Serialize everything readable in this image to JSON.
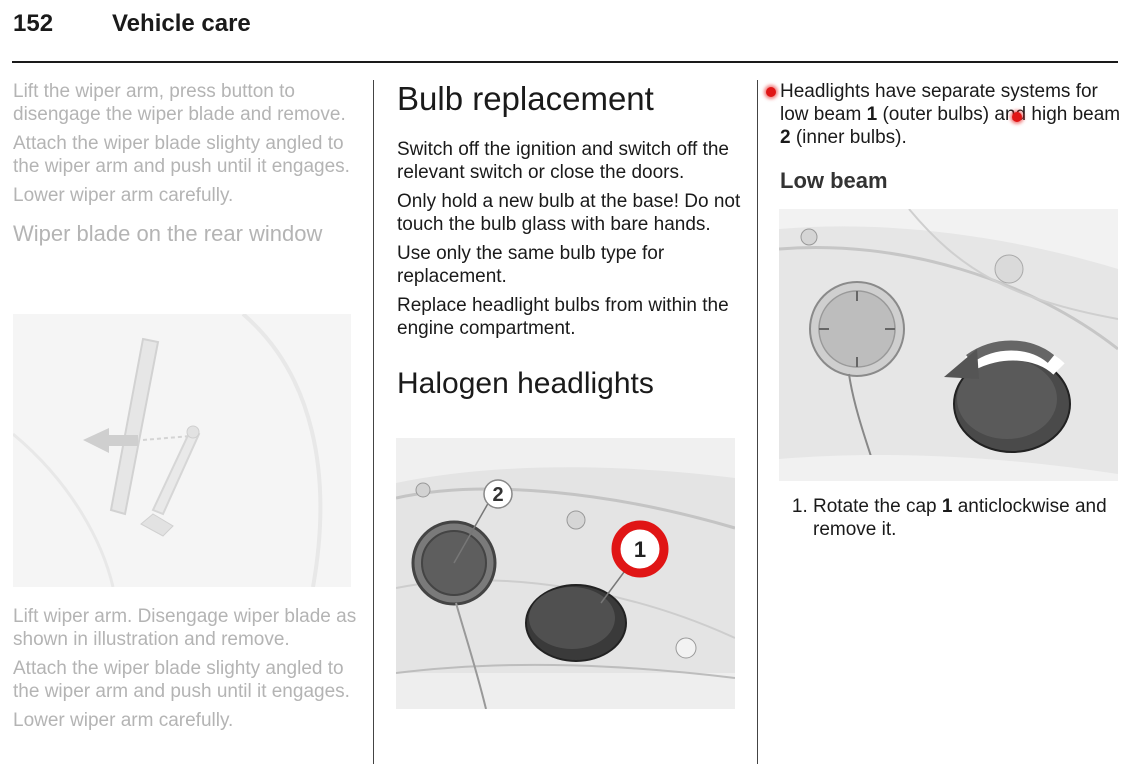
{
  "header": {
    "page_number": "152",
    "chapter_title": "Vehicle care"
  },
  "left": {
    "para1": "Lift the wiper arm, press button to disengage the wiper blade and remove.",
    "para2": "Attach the wiper blade slighty angled to the wiper arm and push until it engages.",
    "para3": "Lower wiper arm carefully.",
    "heading": "Wiper blade on the rear window",
    "para4": "Lift wiper arm. Disengage wiper blade as shown in illustration and remove.",
    "para5": "Attach the wiper blade slighty angled to the wiper arm and push until it engages.",
    "para6": "Lower wiper arm carefully."
  },
  "middle": {
    "heading": "Bulb replacement",
    "para1": "Switch off the ignition and switch off the relevant switch or close the doors.",
    "para2": "Only hold a new bulb at the base! Do not touch the bulb glass with bare hands.",
    "para3": "Use only the same bulb type for replacement.",
    "para4": "Replace headlight bulbs from within the engine compartment.",
    "subheading": "Halogen headlights",
    "figure": {
      "callout_1": "1",
      "callout_2": "2"
    }
  },
  "right": {
    "intro_a": "Headlights have separate systems for low beam ",
    "intro_b": "1",
    "intro_c": " (outer bulbs) ",
    "intro_d": "and high beam ",
    "intro_e": "2",
    "intro_f": " (inner bulbs).",
    "heading": "Low beam",
    "step1_a": "Rotate the cap ",
    "step1_b": "1",
    "step1_c": " anticlockwise and remove it."
  },
  "colors": {
    "text": "#1a1a1a",
    "faded_text": "#b4b4b4",
    "highlight_red": "#e01515"
  }
}
